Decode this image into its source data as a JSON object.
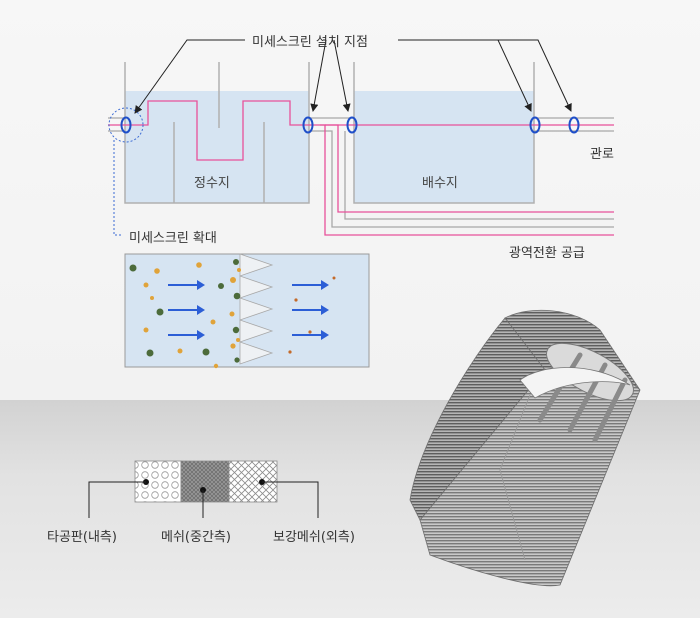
{
  "labels": {
    "install_points": "미세스크린 설치 지점",
    "pipe": "관로",
    "purification_tank": "정수지",
    "distribution_tank": "배수지",
    "microscreen_zoom": "미세스크린 확대",
    "regional_supply": "광역전환 공급"
  },
  "layers": [
    {
      "label": "타공판(내측)"
    },
    {
      "label": "메쉬(중간측)"
    },
    {
      "label": "보강메쉬(외측)"
    }
  ],
  "colors": {
    "water": "#d6e4f2",
    "pink_line": "#e8509a",
    "blue_marker": "#1f4fc9",
    "arrow": "#2c5ed6",
    "bottom_bg": "#dcdcdc"
  }
}
